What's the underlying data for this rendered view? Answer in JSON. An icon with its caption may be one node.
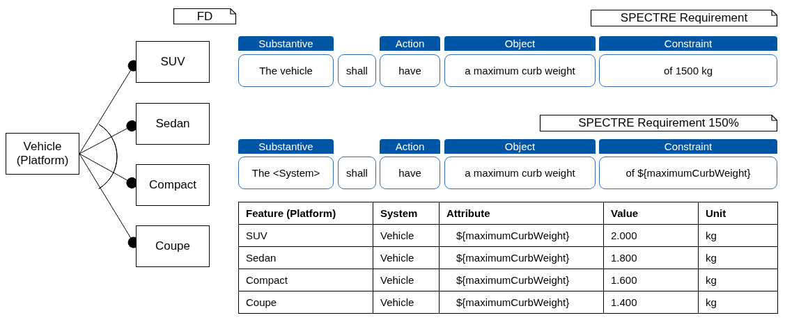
{
  "diagram": {
    "nodes": [
      {
        "text": [
          "FD"
        ]
      },
      {
        "text": [
          "Vehicle (Platform)"
        ]
      },
      {
        "text": [
          "SUV"
        ]
      },
      {
        "text": [
          "Sedan"
        ]
      },
      {
        "text": [
          "Compact"
        ]
      },
      {
        "text": [
          "Coupe"
        ]
      },
      {
        "text": [
          "SPECTRE Requirement"
        ]
      },
      {
        "text": [
          "Substantive"
        ]
      },
      {
        "text": [
          "Action"
        ]
      },
      {
        "text": [
          "Object"
        ]
      },
      {
        "text": [
          "Constraint"
        ]
      },
      {
        "text": [
          "The vehicle"
        ]
      },
      {
        "text": [
          "shall"
        ]
      },
      {
        "text": [
          "have"
        ]
      },
      {
        "text": [
          "a maximum curb weight"
        ]
      },
      {
        "text": [
          "of 1500 kg"
        ]
      },
      {
        "text": [
          "SPECTRE Requirement 150%"
        ]
      },
      {
        "text": [
          "Substantive"
        ]
      },
      {
        "text": [
          "Action"
        ]
      },
      {
        "text": [
          "Object"
        ]
      },
      {
        "text": [
          "Constraint"
        ]
      },
      {
        "text": [
          "The <System>"
        ]
      },
      {
        "text": [
          "shall"
        ]
      },
      {
        "text": [
          "have"
        ]
      },
      {
        "text": [
          "a maximum curb weight"
        ]
      },
      {
        "text": [
          "of ${maximumCurbWeight}"
        ]
      }
    ],
    "edges": [
      {
        "from": 1,
        "to": 2,
        "arrow": "other"
      },
      {
        "from": 1,
        "to": 3,
        "arrow": "other"
      },
      {
        "from": 1,
        "to": 4,
        "arrow": "other"
      },
      {
        "from": 1,
        "to": 5,
        "arrow": "other"
      }
    ],
    "labels": [
      "Feature (Platform)",
      "System",
      "Attribute",
      "Value",
      "Unit",
      "SUV",
      "Vehicle",
      "${maximumCurbWeight}",
      "2.000",
      "kg",
      "Sedan",
      "Vehicle",
      "${maximumCurbWeight}",
      "1.800",
      "kg",
      "Compact",
      "Vehicle",
      "${maximumCurbWeight}",
      "1.600",
      "kg",
      "Coupe",
      "Vehicle",
      "${maximumCurbWeight}",
      "1.400",
      "kg"
    ]
  }
}
